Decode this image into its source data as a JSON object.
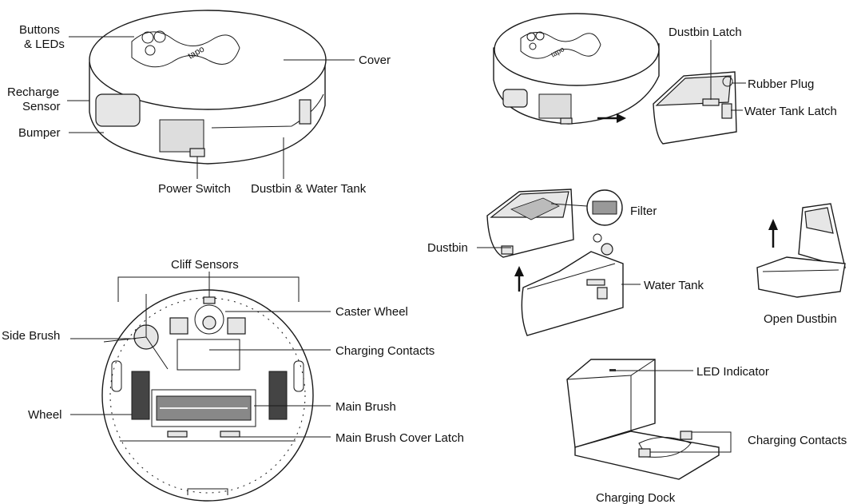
{
  "top_robot": {
    "buttons_leds_line1": "Buttons",
    "buttons_leds_line2": "& LEDs",
    "recharge_line1": "Recharge",
    "recharge_line2": "Sensor",
    "bumper": "Bumper",
    "cover": "Cover",
    "power_switch": "Power Switch",
    "dustbin_water_tank": "Dustbin & Water Tank",
    "logo_text": "tapo"
  },
  "removal": {
    "dustbin_latch": "Dustbin Latch",
    "rubber_plug": "Rubber Plug",
    "water_tank_latch": "Water Tank Latch"
  },
  "dustbin_assembly": {
    "filter": "Filter",
    "dustbin": "Dustbin",
    "water_tank": "Water Tank",
    "open_dustbin": "Open Dustbin"
  },
  "bottom_robot": {
    "cliff_sensors": "Cliff Sensors",
    "caster_wheel": "Caster Wheel",
    "side_brush": "Side Brush",
    "charging_contacts": "Charging Contacts",
    "wheel": "Wheel",
    "main_brush": "Main Brush",
    "main_brush_cover_latch": "Main Brush Cover Latch"
  },
  "dock": {
    "led_indicator": "LED Indicator",
    "charging_contacts": "Charging Contacts",
    "title": "Charging Dock"
  }
}
